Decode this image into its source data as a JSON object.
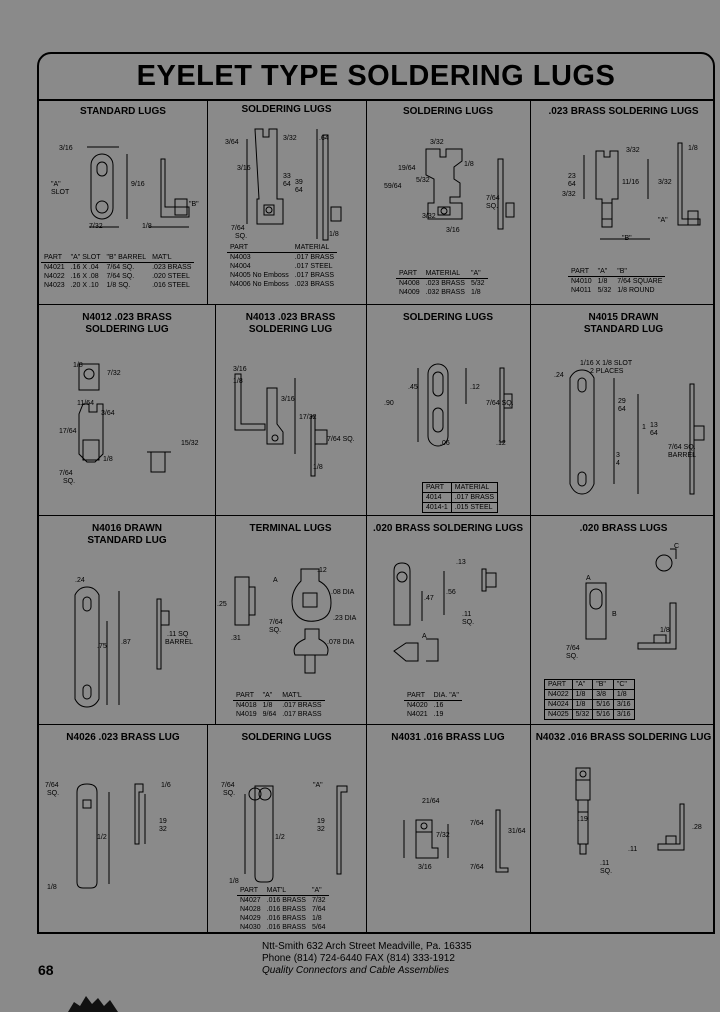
{
  "title": "EYELET TYPE SOLDERING LUGS",
  "page_number": "68",
  "footer": {
    "line1": "Ntt-Smith 632 Arch Street Meadville, Pa. 16335",
    "line2": "Phone (814) 724-6440  FAX (814) 333-1912",
    "line3": "Quality Connectors and Cable Assemblies"
  },
  "cells": [
    {
      "title": "STANDARD  LUGS",
      "labels": [
        "3/16",
        "\"A\"",
        "SLOT",
        "9/16",
        "7/32",
        "1/8",
        "\"B\""
      ],
      "table": {
        "headers": [
          "PART",
          "\"A\" SLOT",
          "\"B\" BARREL",
          "MAT'L"
        ],
        "rows": [
          [
            "N4021",
            ".16 X .04",
            "7/64 SQ.",
            ".023 BRASS"
          ],
          [
            "N4022",
            ".16 X .08",
            "7/64 SQ.",
            ".020 STEEL"
          ],
          [
            "N4023",
            ".20 X .10",
            "1/8 SQ.",
            ".016 STEEL"
          ]
        ]
      }
    },
    {
      "title": "SOLDERING LUGS",
      "labels": [
        "3/64",
        "3/32",
        ".64",
        "3/16",
        "33",
        "64",
        "39",
        "64",
        "7/64",
        "SQ.",
        "1/8"
      ],
      "table": {
        "headers": [
          "PART",
          "MATERIAL"
        ],
        "rows": [
          [
            "N4003",
            ".017 BRASS"
          ],
          [
            "N4004",
            ".017 STEEL"
          ],
          [
            "N4005 No Emboss",
            ".017 BRASS"
          ],
          [
            "N4006 No Emboss",
            ".023 BRASS"
          ]
        ]
      }
    },
    {
      "title": "SOLDERING LUGS",
      "labels": [
        "3/32",
        "19/64",
        "1/8",
        "5/32",
        "59/64",
        "7/64",
        "SQ.",
        "3/32",
        "3/16"
      ],
      "table": {
        "headers": [
          "PART",
          "MATERIAL",
          "\"A\""
        ],
        "rows": [
          [
            "N4008",
            ".023 BRASS",
            "5/32"
          ],
          [
            "N4009",
            ".032 BRASS",
            "1/8"
          ]
        ]
      }
    },
    {
      "title": ".023 BRASS SOLDERING LUGS",
      "labels": [
        "3/32",
        "1/8",
        "23",
        "64",
        "3/32",
        "11/16",
        "3/32",
        "\"A\"",
        "\"B\""
      ],
      "table": {
        "headers": [
          "PART",
          "\"A\"",
          "\"B\""
        ],
        "rows": [
          [
            "N4010",
            "1/8",
            "7/64 SQUARE"
          ],
          [
            "N4011",
            "5/32",
            "1/8 ROUND"
          ]
        ]
      }
    },
    {
      "title": "N4012 .023 BRASS\nSOLDERING LUG",
      "labels": [
        "1/8",
        "7/32",
        "11/64",
        "3/64",
        "17/64",
        "1/8",
        "7/64",
        "SQ.",
        "15/32"
      ]
    },
    {
      "title": "N4013 .023 BRASS\nSOLDERING LUG",
      "labels": [
        "3/16",
        "1/8",
        "3/16",
        "17/32",
        "7/64 SQ.",
        "1/8"
      ]
    },
    {
      "title": "SOLDERING LUGS",
      "labels": [
        ".45",
        ".90",
        ".12",
        "7/64 SQ.",
        ".06",
        ".12"
      ],
      "table": {
        "headers": [
          "PART",
          "MATERIAL"
        ],
        "rows": [
          [
            "4014",
            ".017 BRASS"
          ],
          [
            "4014-1",
            ".015 STEEL"
          ]
        ]
      }
    },
    {
      "title": "N4015 DRAWN\nSTANDARD LUG",
      "labels": [
        "1/16 X 1/8 SLOT",
        "2 PLACES",
        ".24",
        "29",
        "64",
        "1",
        "13",
        "64",
        "3",
        "4",
        "7/64 SQ.",
        "BARREL"
      ]
    },
    {
      "title": "N4016 DRAWN\nSTANDARD LUG",
      "labels": [
        ".24",
        ".87",
        ".75",
        ".11 SQ",
        "BARREL"
      ]
    },
    {
      "title": "TERMINAL LUGS",
      "labels": [
        "A",
        ".12",
        ".08 DIA",
        ".25",
        "7/64",
        "SQ.",
        ".23 DIA",
        ".31",
        ".078 DIA"
      ],
      "table": {
        "headers": [
          "PART",
          "\"A\"",
          "MAT'L"
        ],
        "rows": [
          [
            "N4018",
            "1/8",
            ".017 BRASS"
          ],
          [
            "N4019",
            "9/64",
            ".017 BRASS"
          ]
        ]
      }
    },
    {
      "title": ".020 BRASS SOLDERING LUGS",
      "labels": [
        ".13",
        ".56",
        ".47",
        ".11",
        "SQ.",
        "A"
      ],
      "table": {
        "headers": [
          "PART",
          "DIA. \"A\""
        ],
        "rows": [
          [
            "N4020",
            ".16"
          ],
          [
            "N4021",
            ".19"
          ]
        ]
      }
    },
    {
      "title": ".020 BRASS LUGS",
      "labels": [
        "C",
        "A",
        "B",
        "7/64",
        "SQ.",
        "1/8"
      ],
      "table": {
        "headers": [
          "PART",
          "\"A\"",
          "\"B\"",
          "\"C\""
        ],
        "rows": [
          [
            "N4022",
            "1/8",
            "3/8",
            "1/8"
          ],
          [
            "N4024",
            "1/8",
            "5/16",
            "3/16"
          ],
          [
            "N4025",
            "5/32",
            "5/16",
            "3/16"
          ]
        ]
      }
    },
    {
      "title": "N4026 .023 BRASS  LUG",
      "labels": [
        "7/64",
        "SQ.",
        "1/6",
        "1/2",
        "19",
        "32",
        "1/8"
      ]
    },
    {
      "title": "SOLDERING LUGS",
      "labels": [
        "7/64",
        "SQ.",
        "\"A\"",
        "1/2",
        "19",
        "32",
        "1/8"
      ],
      "table": {
        "headers": [
          "PART",
          "MAT'L",
          "\"A\""
        ],
        "rows": [
          [
            "N4027",
            ".016 BRASS",
            "7/32"
          ],
          [
            "N4028",
            ".016 BRASS",
            "7/64"
          ],
          [
            "N4029",
            ".016 BRASS",
            "1/8"
          ],
          [
            "N4030",
            ".016 BRASS",
            "5/64"
          ]
        ]
      }
    },
    {
      "title": "N4031 .016 BRASS  LUG",
      "labels": [
        "21/64",
        "7/32",
        "7/64",
        "31/64",
        "3/16",
        "7/64"
      ]
    },
    {
      "title": "N4032 .016 BRASS SOLDERING LUG",
      "labels": [
        ".19",
        ".28",
        ".11",
        ".11",
        "SQ."
      ]
    }
  ]
}
